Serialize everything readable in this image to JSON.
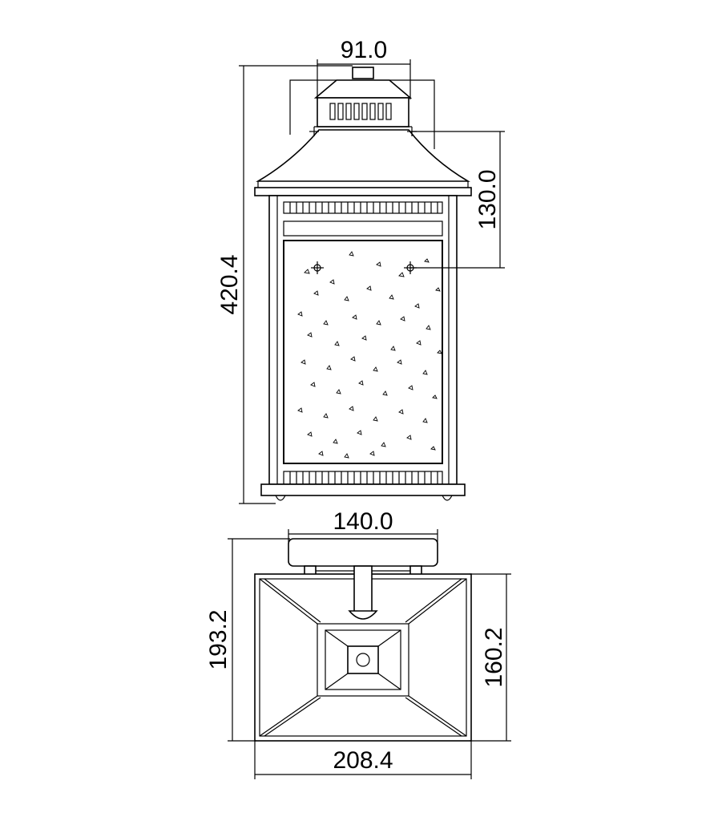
{
  "dimensions": {
    "top_width": "91.0",
    "overall_height": "420.4",
    "mount_height": "130.0",
    "backplate_width": "140.0",
    "depth_overall": "193.2",
    "depth_shade": "160.2",
    "shade_width": "208.4"
  }
}
